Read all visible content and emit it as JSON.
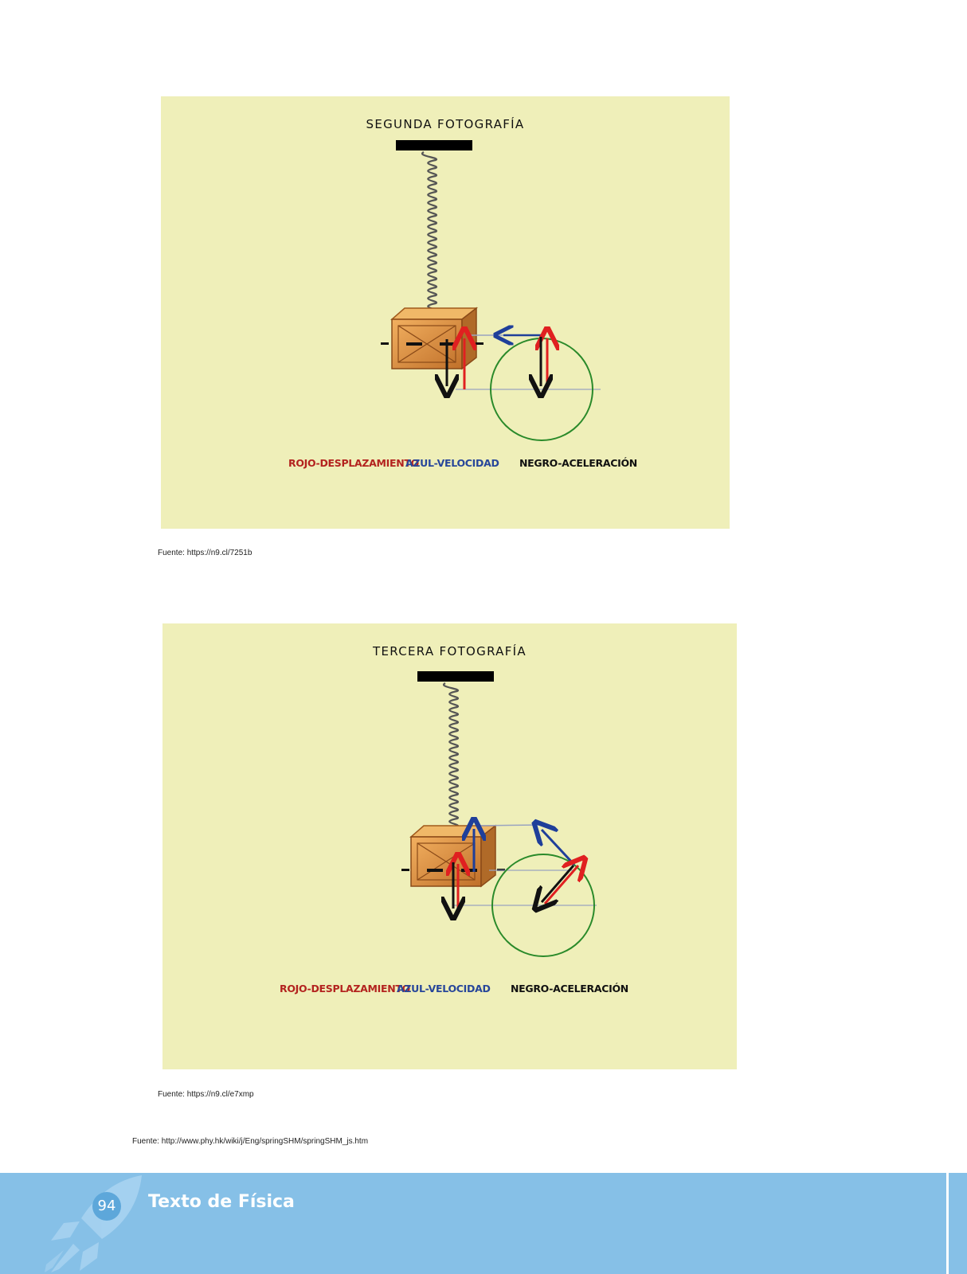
{
  "figures": [
    {
      "title": "SEGUNDA FOTOGRAFÍA",
      "legend": {
        "red": "ROJO-DESPLAZAMIENTO",
        "blue": "AZUL-VELOCIDAD",
        "black": "NEGRO-ACELERACIÓN"
      },
      "source": "Fuente: https://n9.cl/7251b"
    },
    {
      "title": "TERCERA FOTOGRAFÍA",
      "legend": {
        "red": "ROJO-DESPLAZAMIENTO",
        "blue": "AZUL-VELOCIDAD",
        "black": "NEGRO-ACELERACIÓN"
      },
      "source": "Fuente: https://n9.cl/e7xmp"
    }
  ],
  "page_source": "Fuente: http://www.phy.hk/wiki/j/Eng/springSHM/springSHM_js.htm",
  "footer": {
    "page_number": "94",
    "title": "Texto de Física"
  },
  "colors": {
    "panel_background": "#efefb9",
    "displacement": "#e02020",
    "velocity": "#1f3f9a",
    "acceleration": "#111111",
    "reference_circle": "#2a8a2a",
    "footer": "#86c0e7"
  },
  "icons": [
    "spring-icon",
    "crate-icon",
    "rocket-icon"
  ]
}
